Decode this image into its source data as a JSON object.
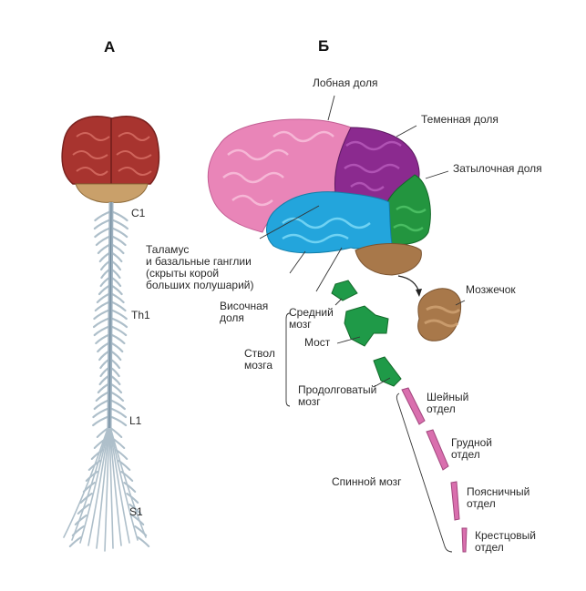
{
  "panels": {
    "a": {
      "letter": "А"
    },
    "b": {
      "letter": "Б"
    }
  },
  "spine_levels": [
    "C1",
    "Th1",
    "L1",
    "S1"
  ],
  "labels": {
    "frontal": "Лобная доля",
    "parietal": "Теменная доля",
    "occipital": "Затылочная доля",
    "thalamus": "Таламус\nи базальные ганглии\n(скрыты корой\nбольших полушарий)",
    "temporal": "Височная\nдоля",
    "midbrain": "Средний\nмозг",
    "pons": "Мост",
    "brainstem": "Ствол\nмозга",
    "medulla": "Продолговатый\nмозг",
    "cerebellum": "Мозжечок",
    "cervical": "Шейный\nотдел",
    "thoracic": "Грудной\nотдел",
    "lumbar": "Поясничный\nотдел",
    "sacral": "Крестцовый\nотдел",
    "spinal_cord": "Спинной мозг"
  },
  "colors": {
    "frontal": "#e985b8",
    "parietal": "#8b2a8f",
    "temporal": "#23a5dc",
    "occipital": "#23953f",
    "cerebellum": "#a8784a",
    "brainstem": "#1f9a48",
    "spinal_cord": "#d96fae",
    "brain_front": "#a8342f",
    "nerves": "#aebfca"
  }
}
